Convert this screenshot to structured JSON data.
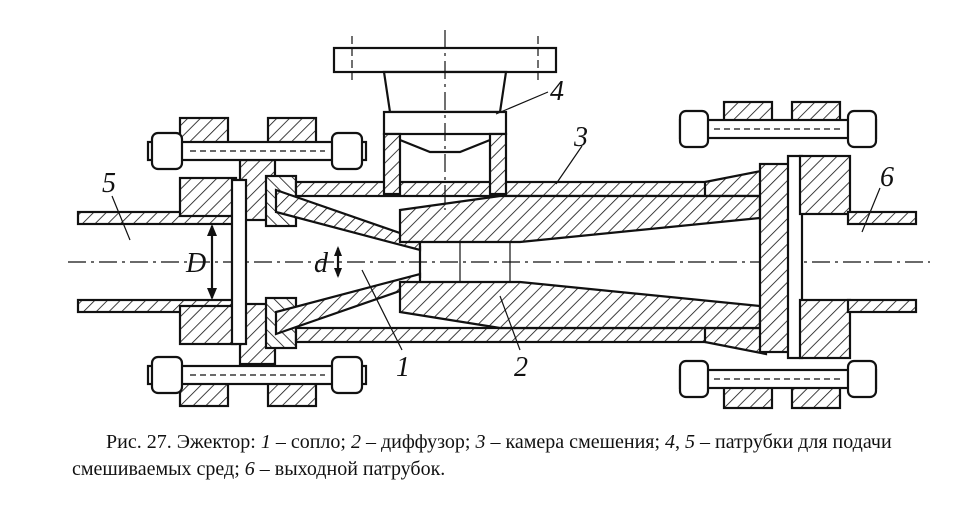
{
  "labels": {
    "nozzle": "1",
    "diffuser": "2",
    "mixing_chamber": "3",
    "inlet_pipe_top": "4",
    "inlet_pipe_left": "5",
    "outlet_pipe": "6",
    "big_diameter": "D",
    "small_diameter": "d"
  },
  "caption": {
    "figure": "Рис. 27. Эжектор: ",
    "n1": "1",
    "t1": " – сопло; ",
    "n2": "2",
    "t2": " – диффузор; ",
    "n3": "3",
    "t3": " – камера смешения; ",
    "n4": "4",
    "t4": ", ",
    "n5": "5",
    "t5": " – патрубки для подачи смешиваемых сред; ",
    "n6": "6",
    "t6": " – выходной патрубок."
  }
}
